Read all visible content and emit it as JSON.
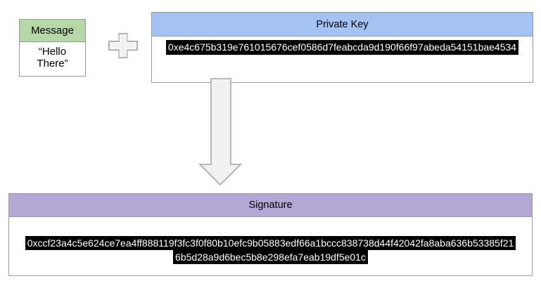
{
  "background": "#ffffff",
  "message_box": {
    "title": "Message",
    "value": "“Hello There”",
    "header_color": "#b6d7a8"
  },
  "private_key_box": {
    "title": "Private Key",
    "value": "0xe4c675b319e761015676cef0586d7feabcda9d190f66f97abeda54151bae4534",
    "header_color": "#a4c2f4"
  },
  "signature_box": {
    "title": "Signature",
    "value": "0xccf23a4c5e624ce7ea4ff888119f3fc3f0f80b10efc9b05883edf66a1bccc838738d44f42042fa8aba636b53385f216b5d28a9d6bec5b8e298efa7eab19df5e01c",
    "lines": [
      "0xccf23a4c5e624ce7ea4ff888119f3fc3f0f80b10efc9b05883edf66a1bccc838738d44f42042fa8aba636b53385f21",
      "6b5d28a9d6bec5b8e298efa7eab19df5e01c"
    ],
    "header_color": "#b4a7d6"
  },
  "icons": {
    "plus": "plus-icon",
    "arrow": "down-arrow-icon"
  },
  "colors": {
    "hex_highlight_bg": "#000000",
    "hex_highlight_text": "#ffffff",
    "box_border": "#9a9a9a",
    "shape_fill": "#f1f1f1",
    "shape_border": "#a6a6a6"
  }
}
